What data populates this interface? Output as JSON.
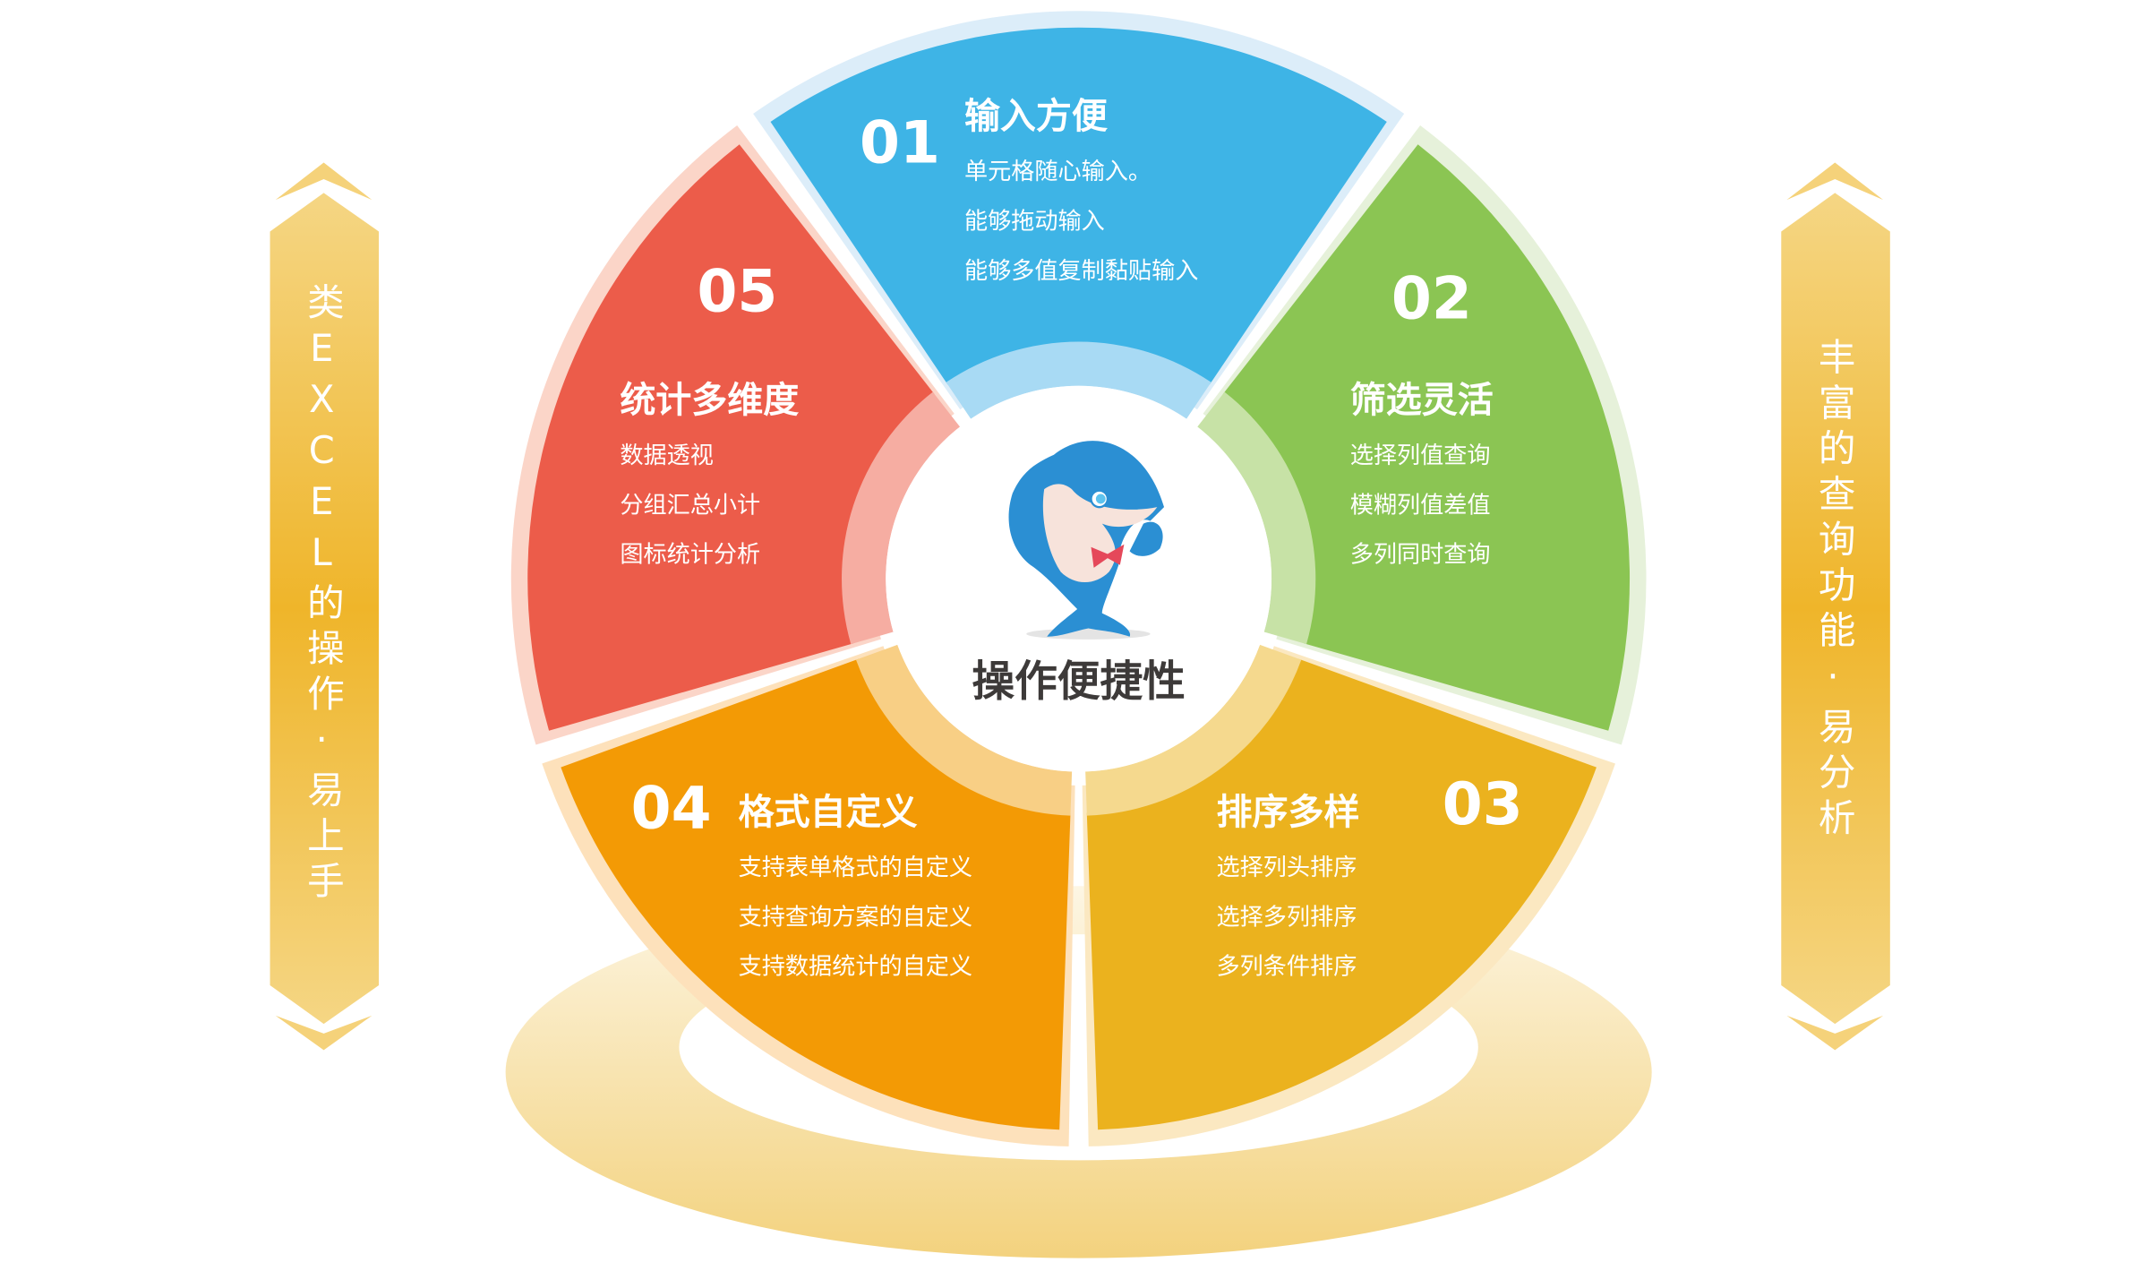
{
  "center": {
    "title": "操作便捷性",
    "mascot_icon": "shark-mascot-icon"
  },
  "left_banner": {
    "text": "类EXCEL的操作·易上手"
  },
  "right_banner": {
    "text": "丰富的查询功能·易分析"
  },
  "segments": [
    {
      "number": "01",
      "title": "输入方便",
      "lines": [
        "单元格随心输入。",
        "能够拖动输入",
        "能够多值复制黏贴输入"
      ],
      "color": "#3eb4e6",
      "tint": "#a8daf4",
      "border": "#dcedf9"
    },
    {
      "number": "02",
      "title": "筛选灵活",
      "lines": [
        "选择列值查询",
        "模糊列值差值",
        "多列同时查询"
      ],
      "color": "#8bc553",
      "tint": "#c7e2a6",
      "border": "#e6f1da"
    },
    {
      "number": "03",
      "title": "排序多样",
      "lines": [
        "选择列头排序",
        "选择多列排序",
        "多列条件排序"
      ],
      "color": "#ebb21e",
      "tint": "#f5d98e",
      "border": "#fbe8c1"
    },
    {
      "number": "04",
      "title": "格式自定义",
      "lines": [
        "支持表单格式的自定义",
        "支持查询方案的自定义",
        "支持数据统计的自定义"
      ],
      "color": "#f39a05",
      "tint": "#f8cf85",
      "border": "#fde1bb"
    },
    {
      "number": "05",
      "title": "统计多维度",
      "lines": [
        "数据透视",
        "分组汇总小计",
        "图标统计分析"
      ],
      "color": "#ec5c4a",
      "tint": "#f6ada2",
      "border": "#fbd5c8"
    }
  ]
}
